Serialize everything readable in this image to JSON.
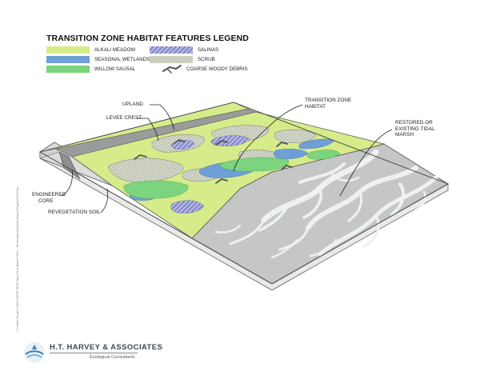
{
  "legend": {
    "title": "TRANSITION ZONE HABITAT FEATURES LEGEND",
    "items": [
      {
        "label": "ALKALI MEADOW",
        "swatch": "alkali-meadow"
      },
      {
        "label": "SEASONAL WETLANDS",
        "swatch": "seasonal-wetlands"
      },
      {
        "label": "WILLOW SAUSAL",
        "swatch": "willow-sausal"
      },
      {
        "label": "SALINAS",
        "swatch": "salinas"
      },
      {
        "label": "SCRUB",
        "swatch": "scrub"
      },
      {
        "label": "COARSE WOODY DEBRIS",
        "swatch": "coarse-woody-debris"
      }
    ]
  },
  "callouts": {
    "upland": "UPLAND",
    "levee_crest": "LEVEE CREST",
    "engineered_core": [
      "ENGINEERED",
      "CORE"
    ],
    "revegetation_soil": "REVEGETATION SOIL",
    "transition_zone": [
      "TRANSITION ZONE",
      "HABITAT"
    ],
    "tidal_marsh": [
      "RESTORED OR",
      "EXISTING TIDAL",
      "MARSH"
    ]
  },
  "footer": {
    "company": "H.T. HARVEY & ASSOCIATES",
    "tagline": "Ecological Consultants",
    "side_note": "© Hotline Project 3305  SAFER SFEP Bay-Fill & Marsh Ph4/1 - RestorationGraphics/Report Figures/02-Plan"
  },
  "colors": {
    "alkali_meadow": "#d6ec8a",
    "seasonal_wetlands": "#6f9fd8",
    "willow_sausal": "#7cd47e",
    "salinas": "#8f93c9",
    "scrub": "#c2c8b4",
    "marsh_base": "#c4c7c5",
    "marsh_channels": "#eef1f2",
    "levee": "#9a9c9b",
    "outline": "#4a4a4a"
  }
}
